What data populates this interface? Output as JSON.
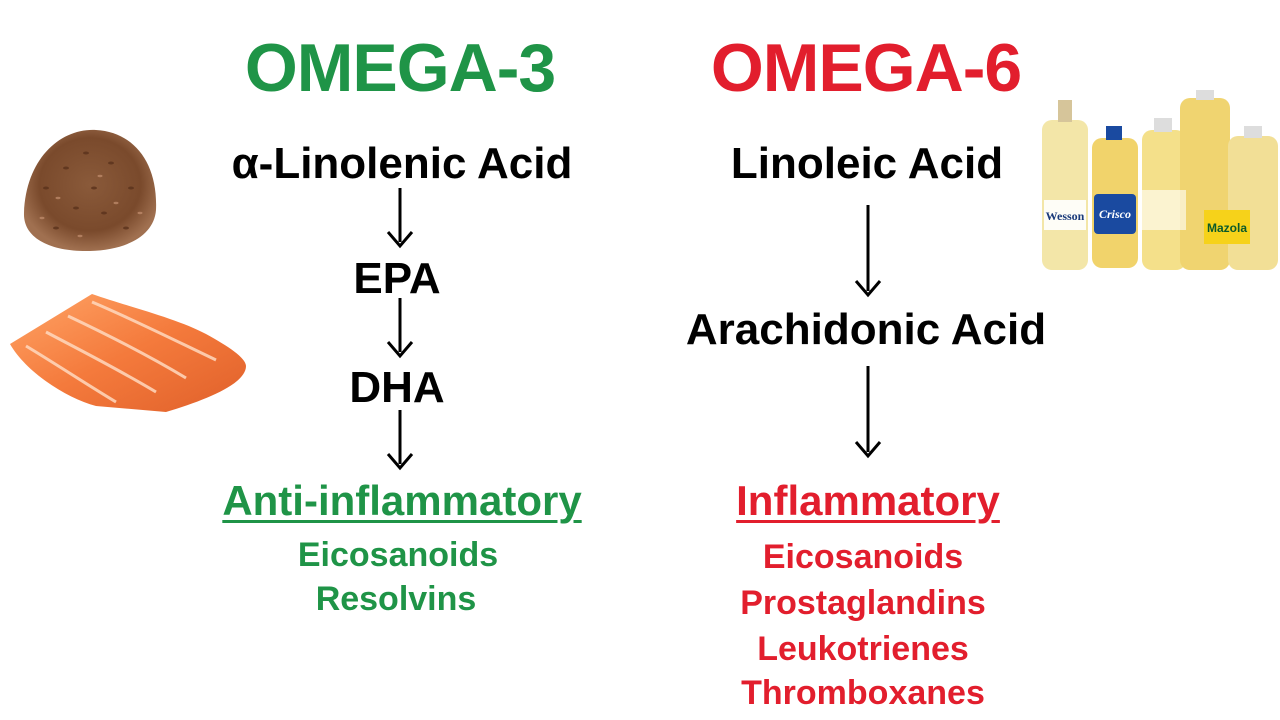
{
  "omega3": {
    "title": "OMEGA-3",
    "color": "#1f9447",
    "steps": [
      "α-Linolenic Acid",
      "EPA",
      "DHA"
    ],
    "outcome": "Anti-inflammatory",
    "products": [
      "Eicosanoids",
      "Resolvins"
    ]
  },
  "omega6": {
    "title": "OMEGA-6",
    "color": "#e21e2d",
    "steps": [
      "Linoleic Acid",
      "Arachidonic Acid"
    ],
    "outcome": "Inflammatory",
    "products": [
      "Eicosanoids",
      "Prostaglandins",
      "Leukotrienes",
      "Thromboxanes"
    ]
  },
  "images": {
    "flax": "flaxseed-pile-image",
    "salmon": "salmon-fillet-image",
    "oils": "vegetable-oil-bottles-image",
    "bottle_labels": [
      "Wesson",
      "Crisco",
      "Mazola"
    ]
  }
}
